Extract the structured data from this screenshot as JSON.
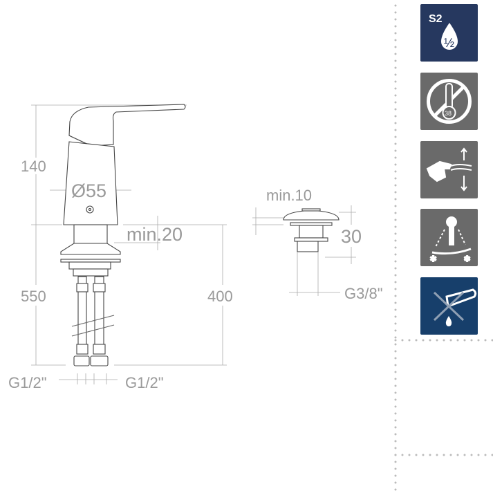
{
  "dimensions": {
    "height_upper": "140",
    "diameter": "Ø55",
    "min_deck": "min.20",
    "height_lower": "550",
    "hose_length": "400",
    "inlet_left": "G1/2\"",
    "inlet_right": "G1/2\"",
    "drain_min": "min.10",
    "drain_height": "30",
    "drain_thread": "G3/8\""
  },
  "icons": [
    {
      "name": "s2-water-saving-icon",
      "label": "S2",
      "fraction": "½",
      "color": "#26385f"
    },
    {
      "name": "no-thermostat-icon",
      "temperature": "38",
      "color": "#6a6a6a"
    },
    {
      "name": "hand-flow-control-icon",
      "color": "#6a6a6a"
    },
    {
      "name": "hot-cold-swivel-icon",
      "color": "#6a6a6a"
    },
    {
      "name": "no-low-pressure-heater-icon",
      "color": "#173f6b"
    }
  ]
}
